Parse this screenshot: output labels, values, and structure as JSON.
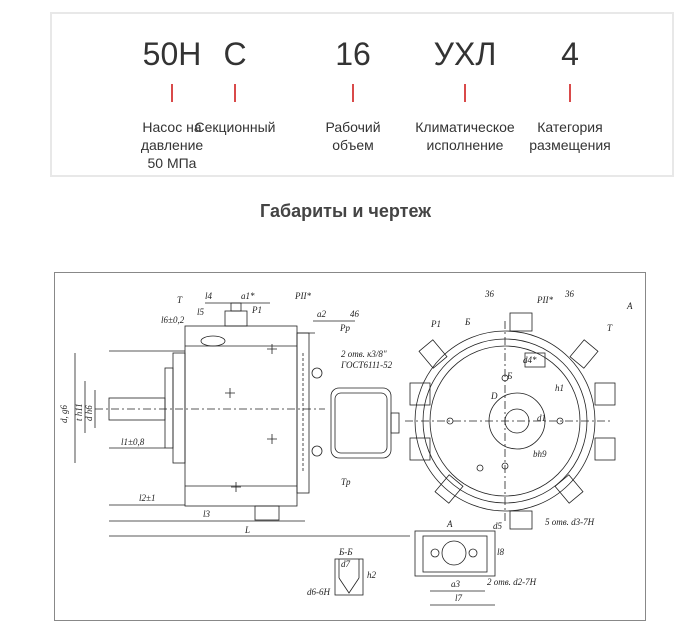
{
  "designation": [
    {
      "code": "50Н",
      "desc": "Насос на\nдавление\n50 МПа"
    },
    {
      "code": "С",
      "desc": "Секционный"
    },
    {
      "code": "16",
      "desc": "Рабочий\nобъем"
    },
    {
      "code": "УХЛ",
      "desc": "Климатическое\nисполнение"
    },
    {
      "code": "4",
      "desc": "Категория\nразмещения"
    }
  ],
  "heading": "Габариты и чертеж",
  "drawing_labels": {
    "T": "T",
    "l4": "l4",
    "a1": "a1*",
    "PII": "PII*",
    "l5": "l5",
    "l6": "l6±0,2",
    "P1": "P1",
    "a2": "a2",
    "d46": "46",
    "Pp": "Pp",
    "port_note1": "2 отв. к3/8\"",
    "port_note2": "ГОСТ6111-52",
    "dg6": "d, g6",
    "th11": "t h11",
    "dh6": "d h6",
    "l1": "l1±0,8",
    "l2": "l2±1",
    "l3": "l3",
    "L": "L",
    "Tp": "Tp",
    "BB": "Б-Б",
    "d7": "d7",
    "h2": "h2",
    "d6H": "d6-6H",
    "d36a": "36",
    "d36b": "36",
    "PII_front": "PII*",
    "A": "A",
    "P1_front": "P1",
    "B": "Б",
    "T_front": "T",
    "d4": "d4*",
    "B2": "Б",
    "D": "D",
    "h1": "h1",
    "d1": "d1",
    "bh9": "bh9",
    "holes5": "5 отв. d3-7H",
    "A2": "A",
    "d5": "d5",
    "l8": "l8",
    "holes2": "2 отв. d2-7H",
    "a3": "a3",
    "l7": "l7"
  }
}
